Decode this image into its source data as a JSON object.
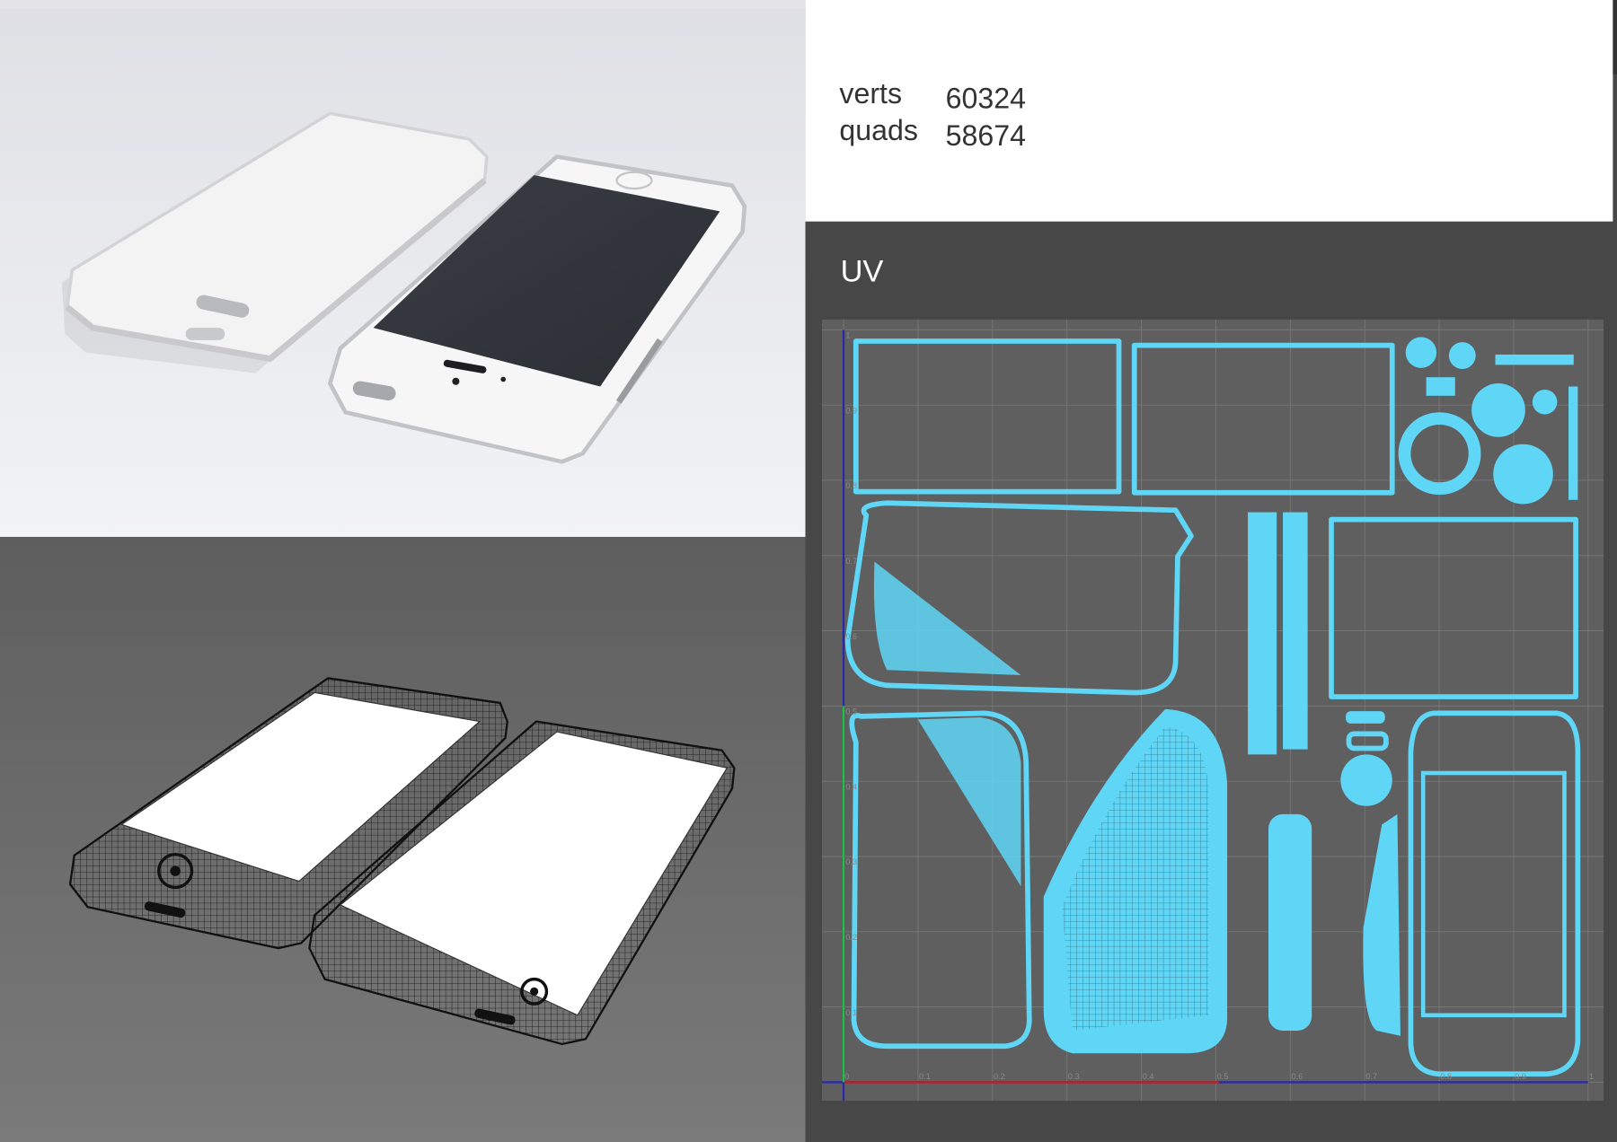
{
  "stats": {
    "verts_label": "verts",
    "verts_value": "60324",
    "quads_label": "quads",
    "quads_value": "58674"
  },
  "uv": {
    "title": "UV",
    "u_ticks": [
      "0",
      "0.1",
      "0.2",
      "0.3",
      "0.4",
      "0.5",
      "0.6",
      "0.7",
      "0.8",
      "0.9",
      "1"
    ],
    "v_ticks": [
      "0.1",
      "0.2",
      "0.3",
      "0.4",
      "0.5",
      "0.6",
      "0.7",
      "0.8",
      "0.9",
      "1"
    ],
    "island_color": "#5fd6f6"
  },
  "colors": {
    "panel_dark": "#474747",
    "uv_grid_bg": "#5f5f5f",
    "render_bg": "#e9eaee",
    "wire_bg": "#6e6e6e"
  }
}
